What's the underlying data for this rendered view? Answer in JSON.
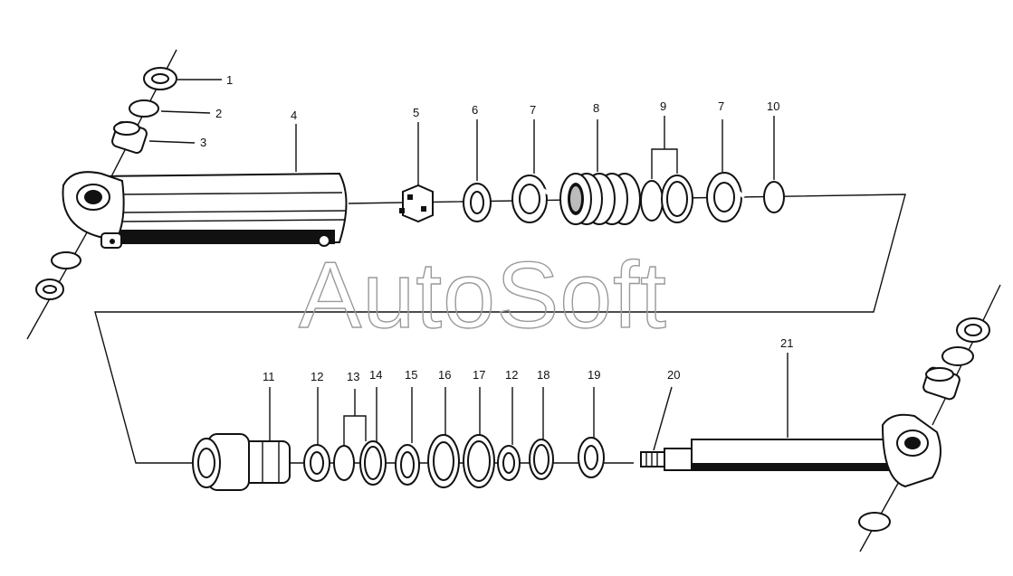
{
  "watermark": "AutoSoft",
  "callouts": {
    "c1": "1",
    "c2": "2",
    "c3": "3",
    "c4": "4",
    "c5": "5",
    "c6": "6",
    "c7a": "7",
    "c8": "8",
    "c9": "9",
    "c7b": "7",
    "c10": "10",
    "c11": "11",
    "c12a": "12",
    "c13": "13",
    "c14": "14",
    "c15": "15",
    "c16": "16",
    "c17": "17",
    "c12b": "12",
    "c18": "18",
    "c19": "19",
    "c20": "20",
    "c21": "21"
  },
  "colors": {
    "ink": "#111111",
    "watermark": "#9a9a9a",
    "background": "#ffffff"
  }
}
